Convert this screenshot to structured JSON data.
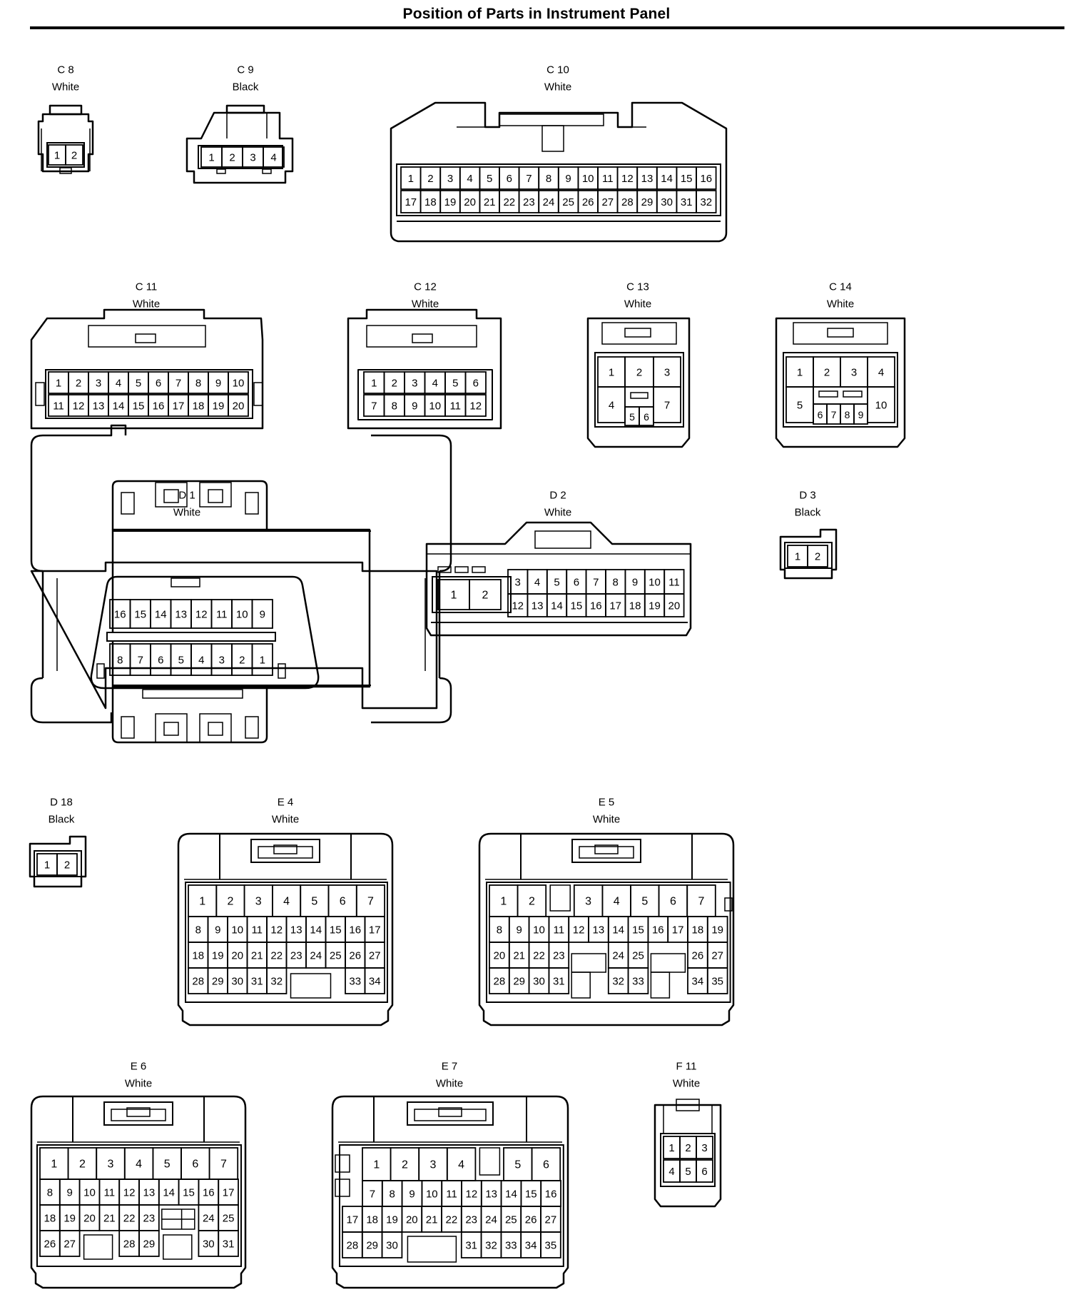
{
  "page": {
    "title": "Position of Parts in Instrument Panel"
  },
  "connectors": [
    {
      "id": "C 8",
      "color": "White",
      "pins": [
        "1",
        "2"
      ]
    },
    {
      "id": "C 9",
      "color": "Black",
      "pins": [
        "1",
        "2",
        "3",
        "4"
      ]
    },
    {
      "id": "C 10",
      "color": "White",
      "rows": [
        [
          "1",
          "2",
          "3",
          "4",
          "5",
          "6",
          "7",
          "8",
          "9",
          "10",
          "11",
          "12",
          "13",
          "14",
          "15",
          "16"
        ],
        [
          "17",
          "18",
          "19",
          "20",
          "21",
          "22",
          "23",
          "24",
          "25",
          "26",
          "27",
          "28",
          "29",
          "30",
          "31",
          "32"
        ]
      ]
    },
    {
      "id": "C 11",
      "color": "White",
      "rows": [
        [
          "1",
          "2",
          "3",
          "4",
          "5",
          "6",
          "7",
          "8",
          "9",
          "10"
        ],
        [
          "11",
          "12",
          "13",
          "14",
          "15",
          "16",
          "17",
          "18",
          "19",
          "20"
        ]
      ]
    },
    {
      "id": "C 12",
      "color": "White",
      "rows": [
        [
          "1",
          "2",
          "3",
          "4",
          "5",
          "6"
        ],
        [
          "7",
          "8",
          "9",
          "10",
          "11",
          "12"
        ]
      ]
    },
    {
      "id": "C 13",
      "color": "White",
      "pins": [
        "1",
        "2",
        "3",
        "4",
        "5",
        "6",
        "7"
      ]
    },
    {
      "id": "C 14",
      "color": "White",
      "pins": [
        "1",
        "2",
        "3",
        "4",
        "5",
        "6",
        "7",
        "8",
        "9",
        "10"
      ]
    },
    {
      "id": "D 1",
      "color": "White",
      "rows": [
        [
          "16",
          "15",
          "14",
          "13",
          "12",
          "11",
          "10",
          "9"
        ],
        [
          "8",
          "7",
          "6",
          "5",
          "4",
          "3",
          "2",
          "1"
        ]
      ]
    },
    {
      "id": "D 2",
      "color": "White",
      "big": [
        "1",
        "2"
      ],
      "rows": [
        [
          "3",
          "4",
          "5",
          "6",
          "7",
          "8",
          "9",
          "10",
          "11"
        ],
        [
          "12",
          "13",
          "14",
          "15",
          "16",
          "17",
          "18",
          "19",
          "20"
        ]
      ]
    },
    {
      "id": "D 3",
      "color": "Black",
      "pins": [
        "1",
        "2"
      ]
    },
    {
      "id": "D 18",
      "color": "Black",
      "pins": [
        "1",
        "2"
      ]
    },
    {
      "id": "E 4",
      "color": "White",
      "rows": [
        [
          "1",
          "2",
          "3",
          "4",
          "5",
          "6",
          "7"
        ],
        [
          "8",
          "9",
          "10",
          "11",
          "12",
          "13",
          "14",
          "15",
          "16",
          "17"
        ],
        [
          "18",
          "19",
          "20",
          "21",
          "22",
          "23",
          "24",
          "25",
          "26",
          "27"
        ],
        [
          "28",
          "29",
          "30",
          "31",
          "32",
          "",
          "",
          "",
          "33",
          "34"
        ]
      ]
    },
    {
      "id": "E 5",
      "color": "White",
      "rows": [
        [
          "1",
          "2",
          "",
          "3",
          "4",
          "5",
          "6",
          "7"
        ],
        [
          "8",
          "9",
          "10",
          "11",
          "12",
          "13",
          "14",
          "15",
          "16",
          "17",
          "18",
          "19"
        ],
        [
          "20",
          "21",
          "22",
          "23",
          "",
          "",
          "24",
          "25",
          "",
          "",
          "26",
          "27"
        ],
        [
          "28",
          "29",
          "30",
          "31",
          "",
          "",
          "32",
          "33",
          "",
          "",
          "34",
          "35"
        ]
      ]
    },
    {
      "id": "E 6",
      "color": "White",
      "rows": [
        [
          "1",
          "2",
          "3",
          "4",
          "5",
          "6",
          "7"
        ],
        [
          "8",
          "9",
          "10",
          "11",
          "12",
          "13",
          "14",
          "15",
          "16",
          "17"
        ],
        [
          "18",
          "19",
          "20",
          "21",
          "22",
          "23",
          "",
          "",
          "24",
          "25"
        ],
        [
          "26",
          "27",
          "",
          "",
          "28",
          "29",
          "",
          "",
          "30",
          "31"
        ]
      ]
    },
    {
      "id": "E 7",
      "color": "White",
      "rows": [
        [
          "1",
          "2",
          "3",
          "4",
          "",
          "5",
          "6"
        ],
        [
          "7",
          "8",
          "9",
          "10",
          "11",
          "12",
          "13",
          "14",
          "15",
          "16"
        ],
        [
          "17",
          "18",
          "19",
          "20",
          "21",
          "22",
          "23",
          "24",
          "25",
          "26",
          "27"
        ],
        [
          "28",
          "29",
          "30",
          "",
          "",
          "",
          "31",
          "32",
          "33",
          "34",
          "35"
        ]
      ]
    },
    {
      "id": "F 11",
      "color": "White",
      "rows": [
        [
          "1",
          "2",
          "3"
        ],
        [
          "4",
          "5",
          "6"
        ]
      ]
    }
  ]
}
